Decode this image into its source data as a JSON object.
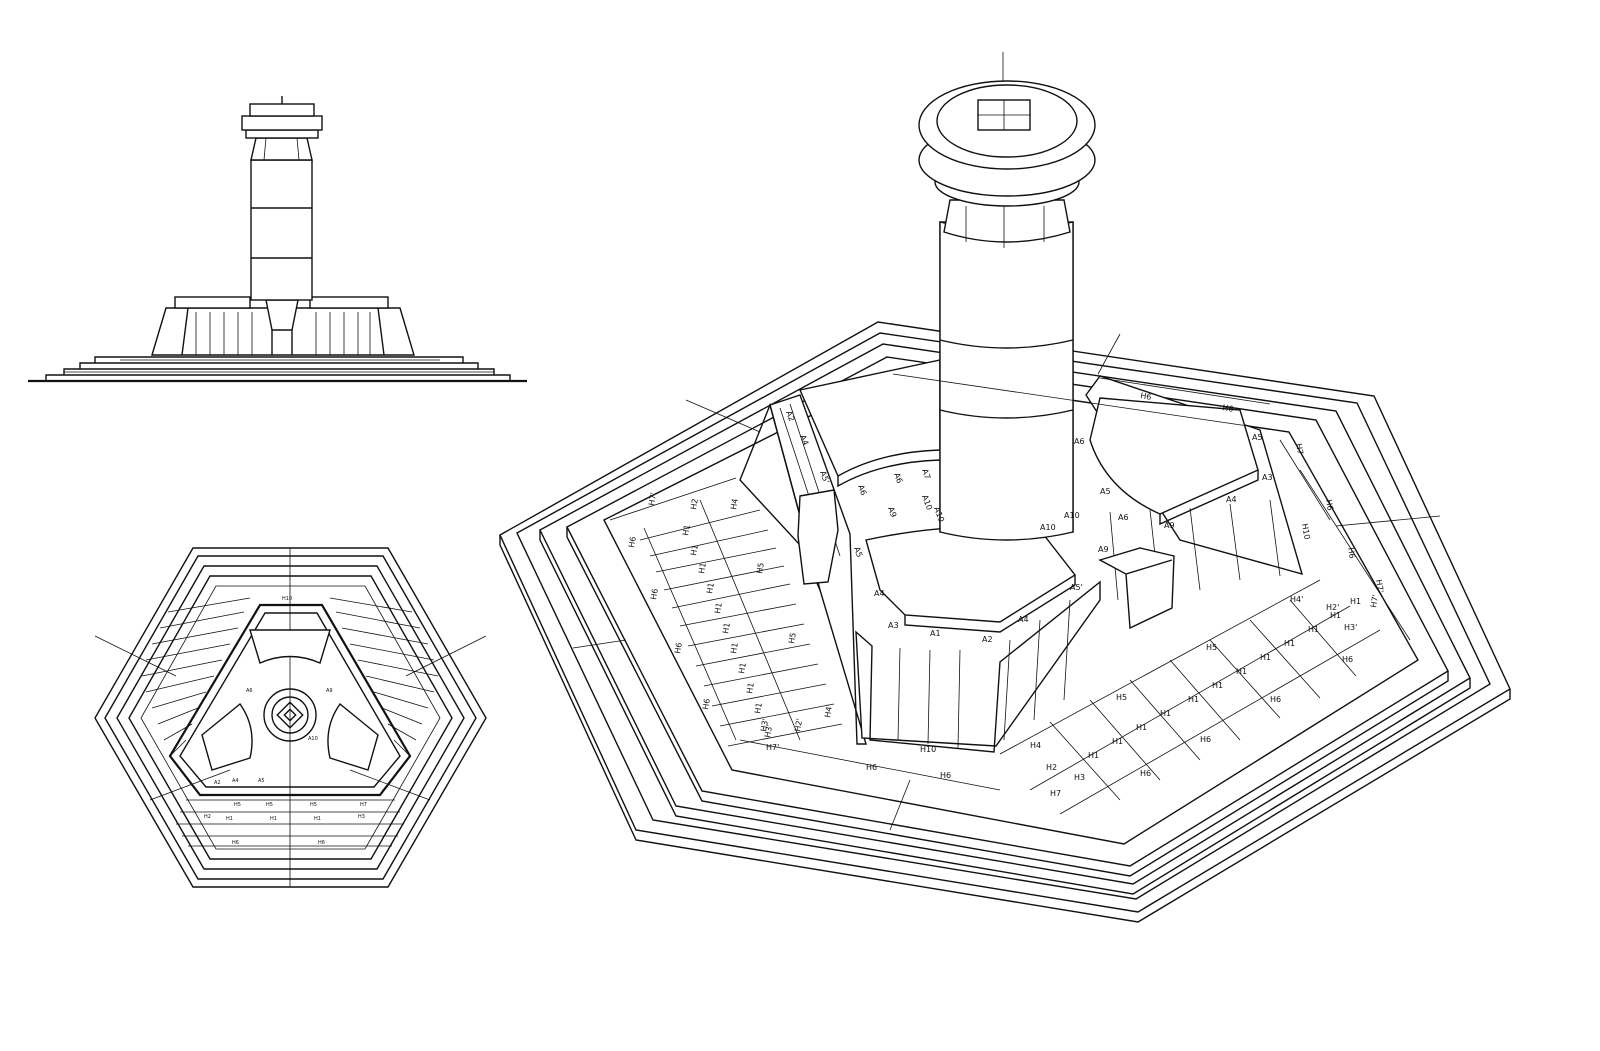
{
  "drawing": {
    "stroke_color": "#111111",
    "background": "#ffffff"
  },
  "labels": {
    "iso_left_panel": [
      "H7'",
      "H3'",
      "H2",
      "H4",
      "H6",
      "H1",
      "H1",
      "H1",
      "H1",
      "H5",
      "H6",
      "H1",
      "H1",
      "H1",
      "H5",
      "H6",
      "H1",
      "H1",
      "H1",
      "H6",
      "H4'",
      "H3'",
      "H2'",
      "H10",
      "H6",
      "H6",
      "H7'"
    ],
    "iso_right_panel": [
      "H4",
      "H2",
      "H3",
      "H1",
      "H1",
      "H1",
      "H1",
      "H5",
      "H1",
      "H1",
      "H1",
      "H1",
      "H5",
      "H1",
      "H1",
      "H1",
      "H1",
      "H4'",
      "H2'",
      "H3'",
      "H6",
      "H6",
      "H6",
      "H6",
      "H7",
      "H7'"
    ],
    "iso_back_panel": [
      "H6",
      "H6",
      "H7",
      "H6",
      "H10",
      "H6",
      "H7'"
    ],
    "iso_inner_blocks": [
      "A2",
      "A4",
      "A5'",
      "A6",
      "A6",
      "A7",
      "A9",
      "A10",
      "A10",
      "A5",
      "A4",
      "A3",
      "A1",
      "A2",
      "A4",
      "A5'",
      "A10",
      "A10",
      "A9",
      "A6",
      "A4",
      "A3",
      "A5",
      "A6",
      "A5",
      "A9"
    ],
    "plan_view": [
      "H5",
      "H5",
      "H5",
      "H1",
      "H1",
      "H1",
      "H2",
      "H3",
      "H6",
      "H6",
      "H7",
      "A2",
      "A4",
      "A5",
      "A6",
      "A9",
      "A10",
      "H10"
    ]
  }
}
